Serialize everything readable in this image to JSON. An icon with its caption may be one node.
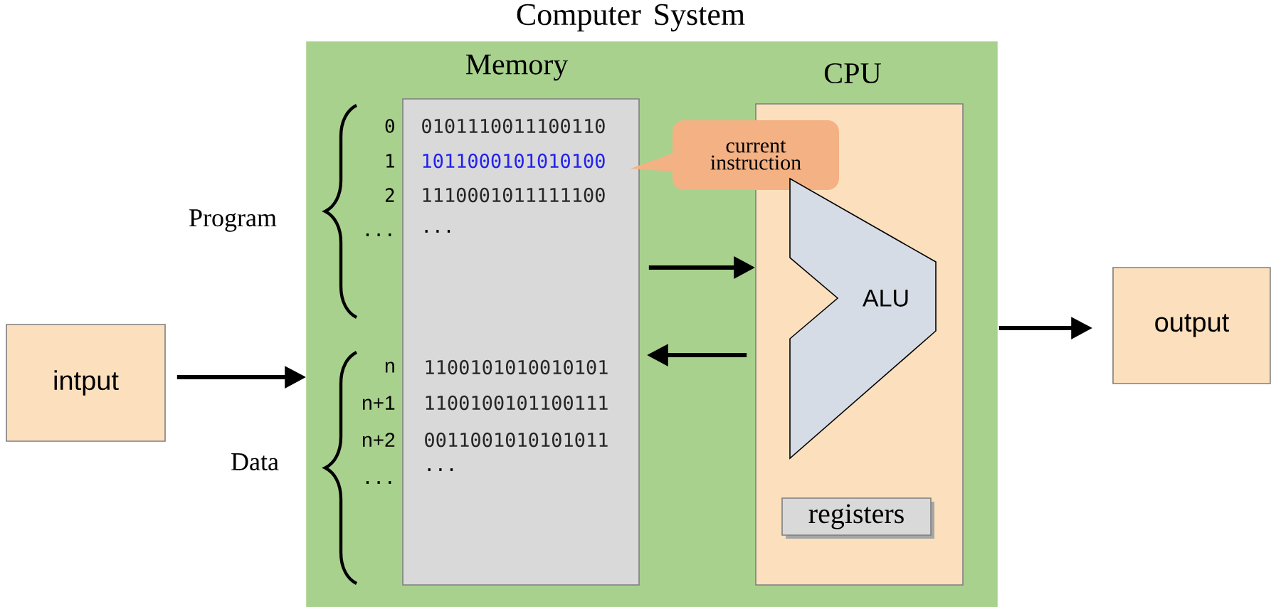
{
  "diagram": {
    "nodes": [
      {
        "text": [
          "Computer System"
        ]
      },
      {
        "text": [
          "intput"
        ]
      },
      {
        "text": [
          "Memory"
        ],
        "in": 0
      },
      {
        "text": [
          "CPU"
        ],
        "in": 0
      },
      {
        "text": [
          "ALU"
        ],
        "in": 3
      },
      {
        "text": [
          "registers"
        ],
        "in": 3
      },
      {
        "text": [
          "current instruction"
        ],
        "in": 0
      },
      {
        "text": [
          "output"
        ]
      }
    ],
    "edges": [
      {
        "from": 1,
        "to": 0,
        "arrow": "to"
      },
      {
        "from": 2,
        "to": 3,
        "arrow": "to"
      },
      {
        "from": 3,
        "to": 2,
        "arrow": "to"
      },
      {
        "from": 0,
        "to": 7,
        "arrow": "to"
      }
    ],
    "labels": [
      "Program",
      "0",
      "0101110011100110",
      "1",
      "1011000101010100",
      "2",
      "1110001011111100",
      "...",
      "...",
      "Data",
      "n",
      "1100101010010101",
      "n+1",
      "1100100101100111",
      "n+2",
      "0011001010101011",
      "...",
      "..."
    ]
  }
}
